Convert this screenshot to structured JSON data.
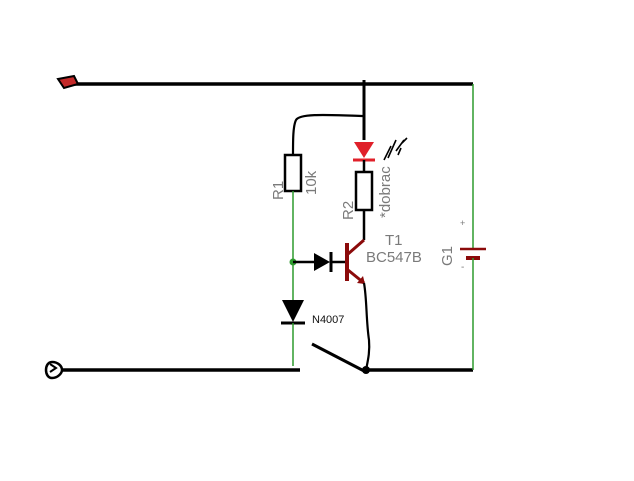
{
  "components": {
    "r1": {
      "ref": "R1",
      "value": "10k"
    },
    "r2": {
      "ref": "R2",
      "value": "*dobrac"
    },
    "t1": {
      "ref": "T1",
      "value": "BC547B"
    },
    "g1": {
      "ref": "G1",
      "plus": "+",
      "minus": "-"
    },
    "d1": {
      "value": "N4007"
    }
  },
  "colors": {
    "wire": "#000000",
    "green_wire": "#2e9b2e",
    "component": "#000000",
    "led": "#e0202a",
    "transistor": "#8b0a0a",
    "terminal": "#c42a2a",
    "label": "#7a7a7a"
  }
}
